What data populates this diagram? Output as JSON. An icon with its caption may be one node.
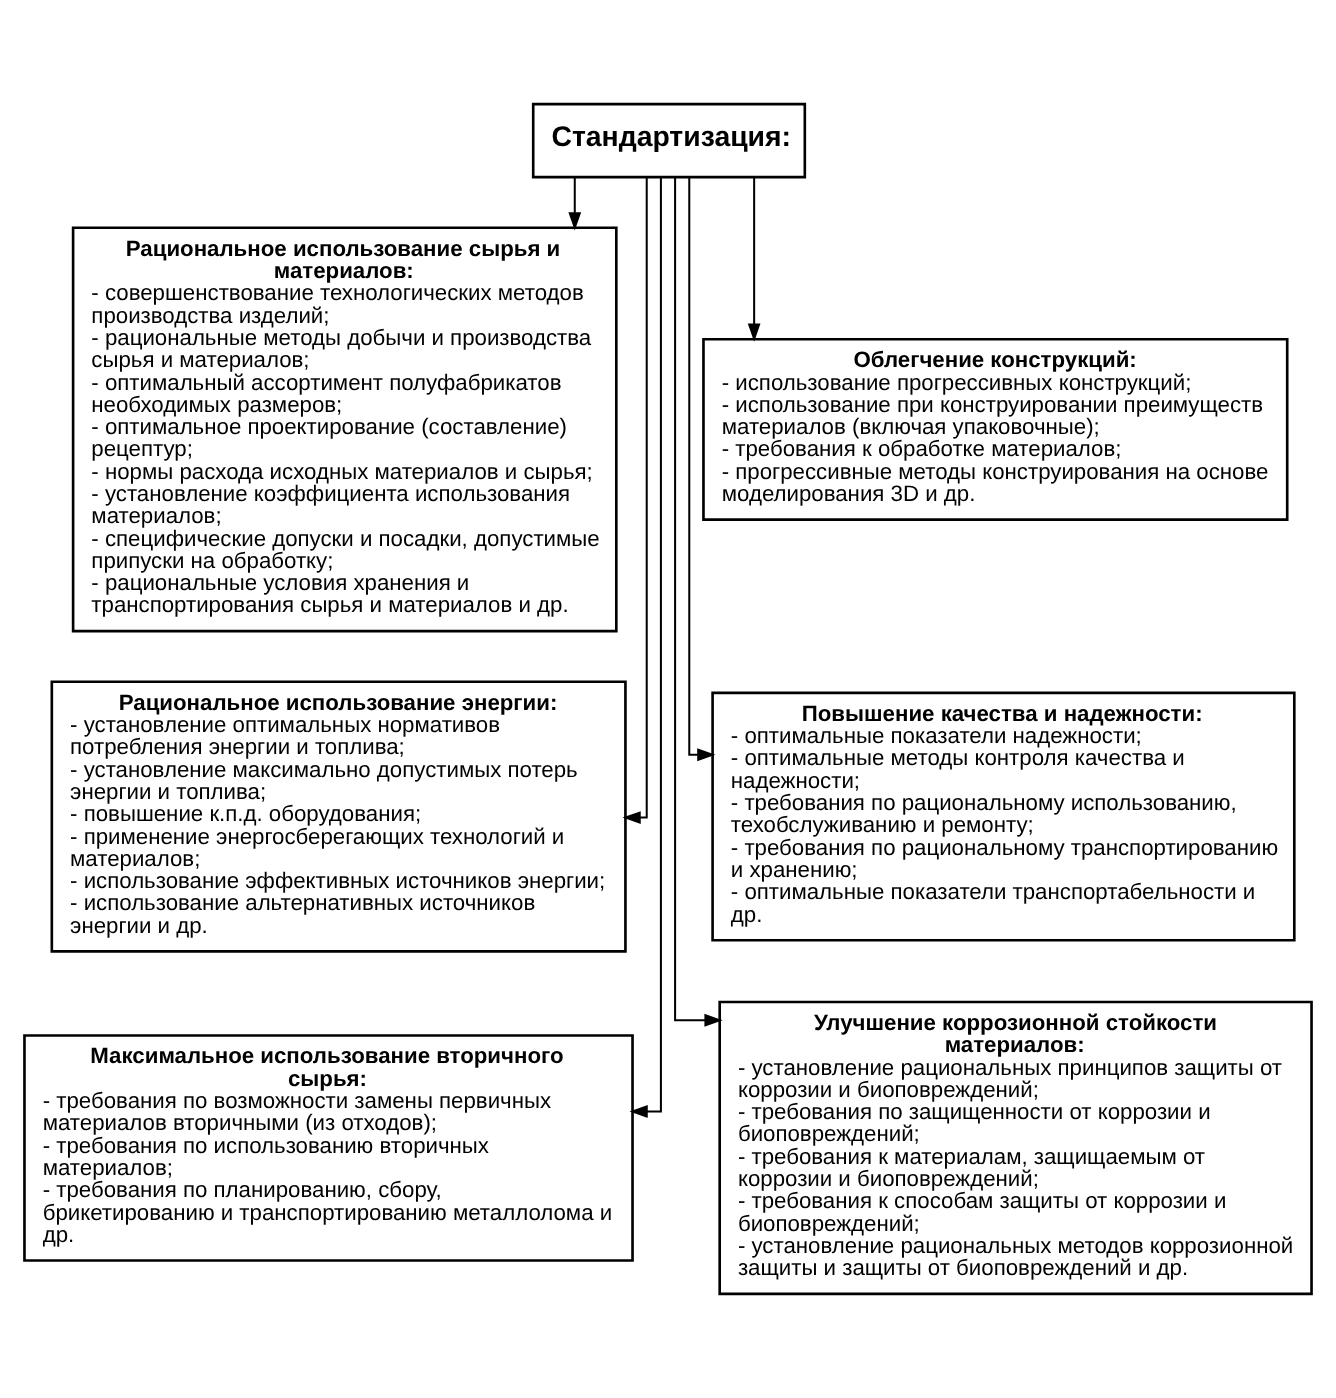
{
  "diagram": {
    "nodes": [
      {
        "text": [
          "Стандартизация:"
        ]
      },
      {
        "text": [
          "Рациональное использование сырья и материалов:",
          "- совершенствование технологических методов производства изделий;",
          "- рациональные методы добычи и производства сырья и материалов;",
          "- оптимальный ассортимент полуфабрикатов необходимых размеров;",
          "- оптимальное проектирование (составление) рецептур;",
          "- нормы расхода исходных материалов и сырья;",
          "- установление коэффициента использования материалов;",
          "- специфические допуски и посадки, допустимые припуски на обработку;",
          "- рациональные условия хранения и транспортирования сырья и материалов и др."
        ]
      },
      {
        "text": [
          "Облегчение конструкций:",
          "- использование прогрессивных конструкций;",
          "- использование при конструировании преимуществ материалов (включая упаковочные);",
          "- требования к обработке материалов;",
          "- прогрессивные методы конструирования на основе моделирования 3D и др."
        ]
      },
      {
        "text": [
          "Повышение качества и надежности:",
          "- оптимальные показатели надежности;",
          "- оптимальные методы контроля качества и надежности;",
          "- требования по рациональному использованию, техобслуживанию и ремонту;",
          "- требования по рациональному транспортированию и хранению;",
          "- оптимальные показатели транспортабельности и др."
        ]
      },
      {
        "text": [
          "Рациональное использование энергии:",
          "- установление оптимальных нормативов потребления энергии и топлива;",
          "- установление максимально допустимых потерь энергии и топлива;",
          "- повышение к.п.д. оборудования;",
          "- применение энергосберегающих технологий и материалов;",
          "- использование эффективных источников энергии;",
          "- использование альтернативных источников энергии и др."
        ]
      },
      {
        "text": [
          "Улучшение коррозионной стойкости материалов:",
          "- установление рациональных принципов защиты от коррозии и биоповреждений;",
          "- требования по защищенности от коррозии и биоповреждений;",
          "- требования к материалам, защищаемым от коррозии и биоповреждений;",
          "- требования к способам защиты от коррозии и биоповреждений;",
          "- установление рациональных методов коррозионной защиты и защиты от биоповреждений и др."
        ]
      },
      {
        "text": [
          "Максимальное использование вторичного сырья:",
          "- требования по возможности замены первичных материалов вторичными (из отходов);",
          "- требования по использованию вторичных материалов;",
          "- требования по планированию, сбору, брикетированию и транспортированию металлолома и др."
        ]
      }
    ],
    "edges": [
      {
        "from": 0,
        "to": 1,
        "arrow": "to"
      },
      {
        "from": 0,
        "to": 2,
        "arrow": "to"
      },
      {
        "from": 0,
        "to": 3,
        "arrow": "to"
      },
      {
        "from": 0,
        "to": 4,
        "arrow": "to"
      },
      {
        "from": 0,
        "to": 5,
        "arrow": "to"
      },
      {
        "from": 0,
        "to": 6,
        "arrow": "to"
      }
    ]
  }
}
